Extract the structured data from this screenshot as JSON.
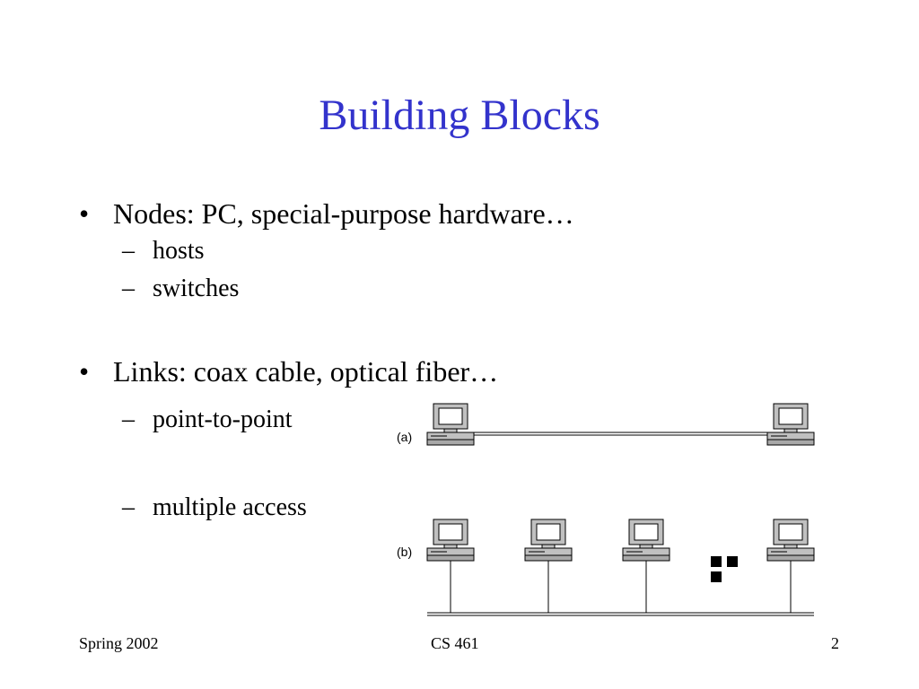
{
  "slide": {
    "title": "Building Blocks",
    "bullets": [
      {
        "text": "Nodes: PC, special-purpose hardware…",
        "subitems": [
          "hosts",
          "switches"
        ]
      },
      {
        "text": "Links: coax cable, optical fiber…",
        "subitems": [
          "point-to-point",
          "multiple access"
        ]
      }
    ],
    "bullet_glyph": "•",
    "subitem_glyph": "–"
  },
  "diagram": {
    "label_a": "(a)",
    "label_b": "(b)",
    "icons": [
      "computer-icon",
      "switch-squares-icon"
    ]
  },
  "footer": {
    "left": "Spring 2002",
    "center": "CS 461",
    "right": "2"
  },
  "colors": {
    "title": "#3333cc",
    "text": "#000000",
    "computer_fill": "#c0c0c0"
  }
}
